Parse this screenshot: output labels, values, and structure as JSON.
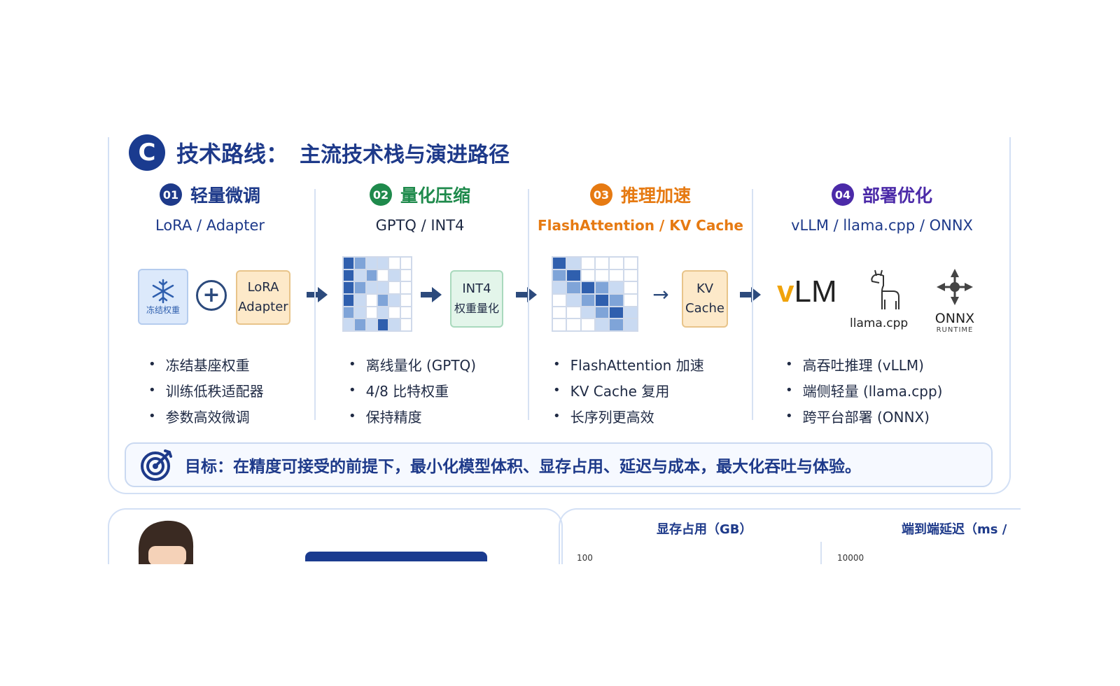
{
  "section": {
    "badge": "C",
    "title": "技术路线：",
    "subtitle": "主流技术栈与演进路径"
  },
  "columns": [
    {
      "num": "01",
      "title": "轻量微调",
      "subtitle": "LoRA / Adapter",
      "color": "#1e3a8a",
      "graphic": {
        "frozen_label": "冻结权重",
        "plus": "+",
        "card_line1": "LoRA",
        "card_line2": "Adapter"
      },
      "bullets": [
        "冻结基座权重",
        "训练低秩适配器",
        "参数高效微调"
      ]
    },
    {
      "num": "02",
      "title": "量化压缩",
      "subtitle": "GPTQ / INT4",
      "color": "#1f8a4c",
      "graphic": {
        "card_line1": "INT4",
        "card_line2": "权重量化"
      },
      "bullets": [
        "离线量化 (GPTQ)",
        "4/8 比特权重",
        "保持精度"
      ]
    },
    {
      "num": "03",
      "title": "推理加速",
      "subtitle": "FlashAttention / KV Cache",
      "color": "#e67a12",
      "graphic": {
        "arrow": "→",
        "card_line1": "KV",
        "card_line2": "Cache"
      },
      "bullets": [
        "FlashAttention 加速",
        "KV Cache 复用",
        "长序列更高效"
      ]
    },
    {
      "num": "04",
      "title": "部署优化",
      "subtitle": "vLLM / llama.cpp / ONNX",
      "color": "#4b2aa8",
      "graphic": {
        "vllm_v": "v",
        "vllm_rest": "LM",
        "llama_label": "llama.cpp",
        "onnx_label": "ONNX",
        "onnx_sub": "RUNTIME"
      },
      "bullets": [
        "高吞吐推理 (vLLM)",
        "端侧轻量 (llama.cpp)",
        "跨平台部署 (ONNX)"
      ]
    }
  ],
  "goal": {
    "text": "目标：在精度可接受的前提下，最小化模型体积、显存占用、延迟与成本，最大化吞吐与体验。"
  },
  "bottom": {
    "chart1_title": "显存占用（GB）",
    "chart2_title": "端到端延迟（ms /",
    "chart1_tick": "100",
    "chart2_tick": "10000"
  },
  "colors": {
    "primary": "#1e3a8a",
    "green": "#1f8a4c",
    "orange": "#e67a12",
    "purple": "#4b2aa8",
    "arrow": "#2c4a7c"
  }
}
